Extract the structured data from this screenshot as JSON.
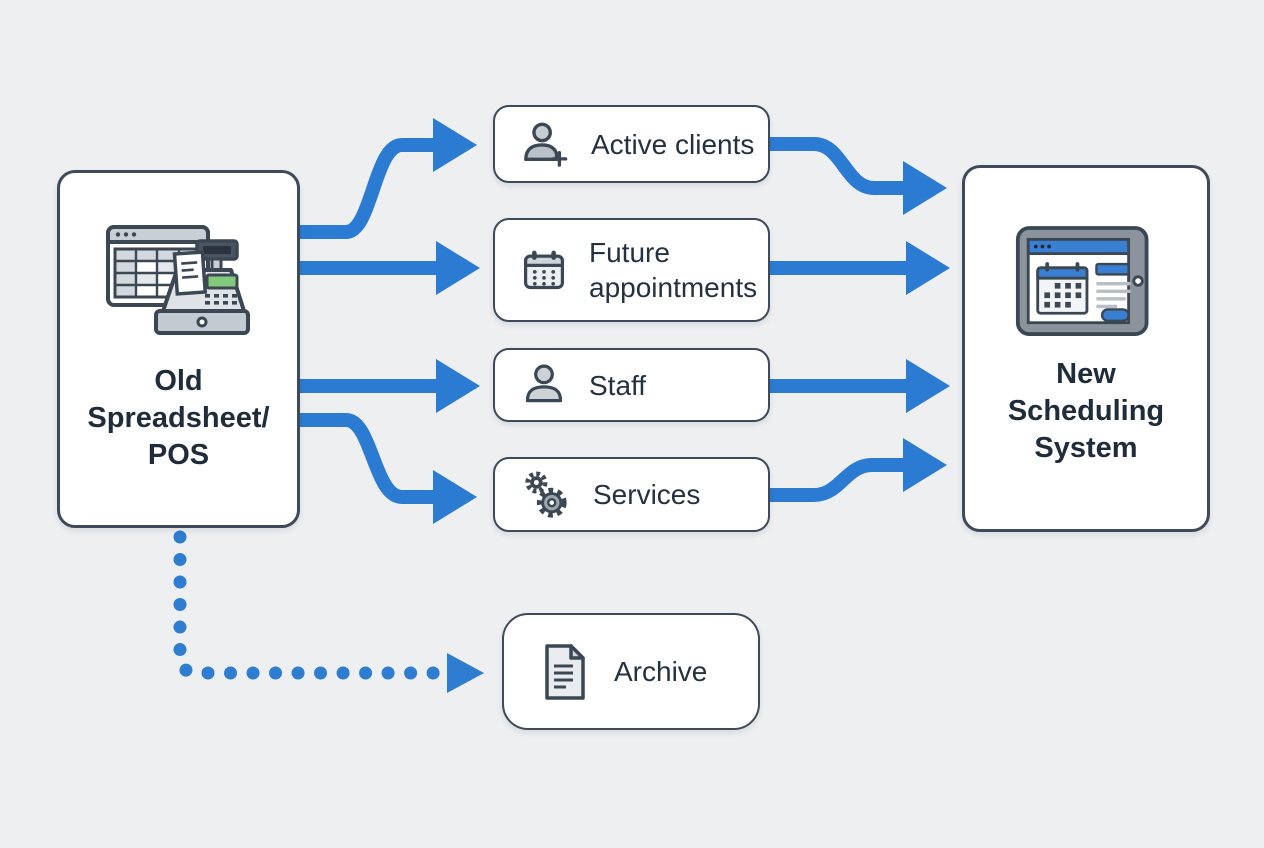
{
  "diagram": {
    "title_hint": "Data migration flow from old spreadsheet/POS to new scheduling system",
    "source": {
      "lines": [
        "Old",
        "Spreadsheet/",
        "POS"
      ],
      "icon": "spreadsheet-pos-icon"
    },
    "target": {
      "lines": [
        "New",
        "Scheduling",
        "System"
      ],
      "icon": "scheduling-tablet-icon"
    },
    "items": [
      {
        "id": "active-clients",
        "label": "Active clients",
        "icon": "person-plus-icon"
      },
      {
        "id": "future-appointments",
        "label": "Future appointments",
        "icon": "calendar-icon"
      },
      {
        "id": "staff",
        "label": "Staff",
        "icon": "person-icon"
      },
      {
        "id": "services",
        "label": "Services",
        "icon": "gears-icon"
      },
      {
        "id": "archive",
        "label": "Archive",
        "icon": "document-icon"
      }
    ],
    "edges": [
      {
        "from": "Old Spreadsheet/POS",
        "to": "Active clients",
        "style": "solid"
      },
      {
        "from": "Old Spreadsheet/POS",
        "to": "Future appointments",
        "style": "solid"
      },
      {
        "from": "Old Spreadsheet/POS",
        "to": "Staff",
        "style": "solid"
      },
      {
        "from": "Old Spreadsheet/POS",
        "to": "Services",
        "style": "solid"
      },
      {
        "from": "Active clients",
        "to": "New Scheduling System",
        "style": "solid"
      },
      {
        "from": "Future appointments",
        "to": "New Scheduling System",
        "style": "solid"
      },
      {
        "from": "Staff",
        "to": "New Scheduling System",
        "style": "solid"
      },
      {
        "from": "Services",
        "to": "New Scheduling System",
        "style": "solid"
      },
      {
        "from": "Old Spreadsheet/POS",
        "to": "Archive",
        "style": "dotted"
      }
    ],
    "colors": {
      "background": "#edeff1",
      "box_fill": "#ffffff",
      "box_border": "#3e4a59",
      "arrow_blue": "#2b7bd3",
      "text_dark": "#1f2c3a",
      "icon_stroke": "#3c4754",
      "icon_gray": "#c6cdd3",
      "accent_green": "#83c97b",
      "accent_blue": "#3a80d2"
    }
  }
}
